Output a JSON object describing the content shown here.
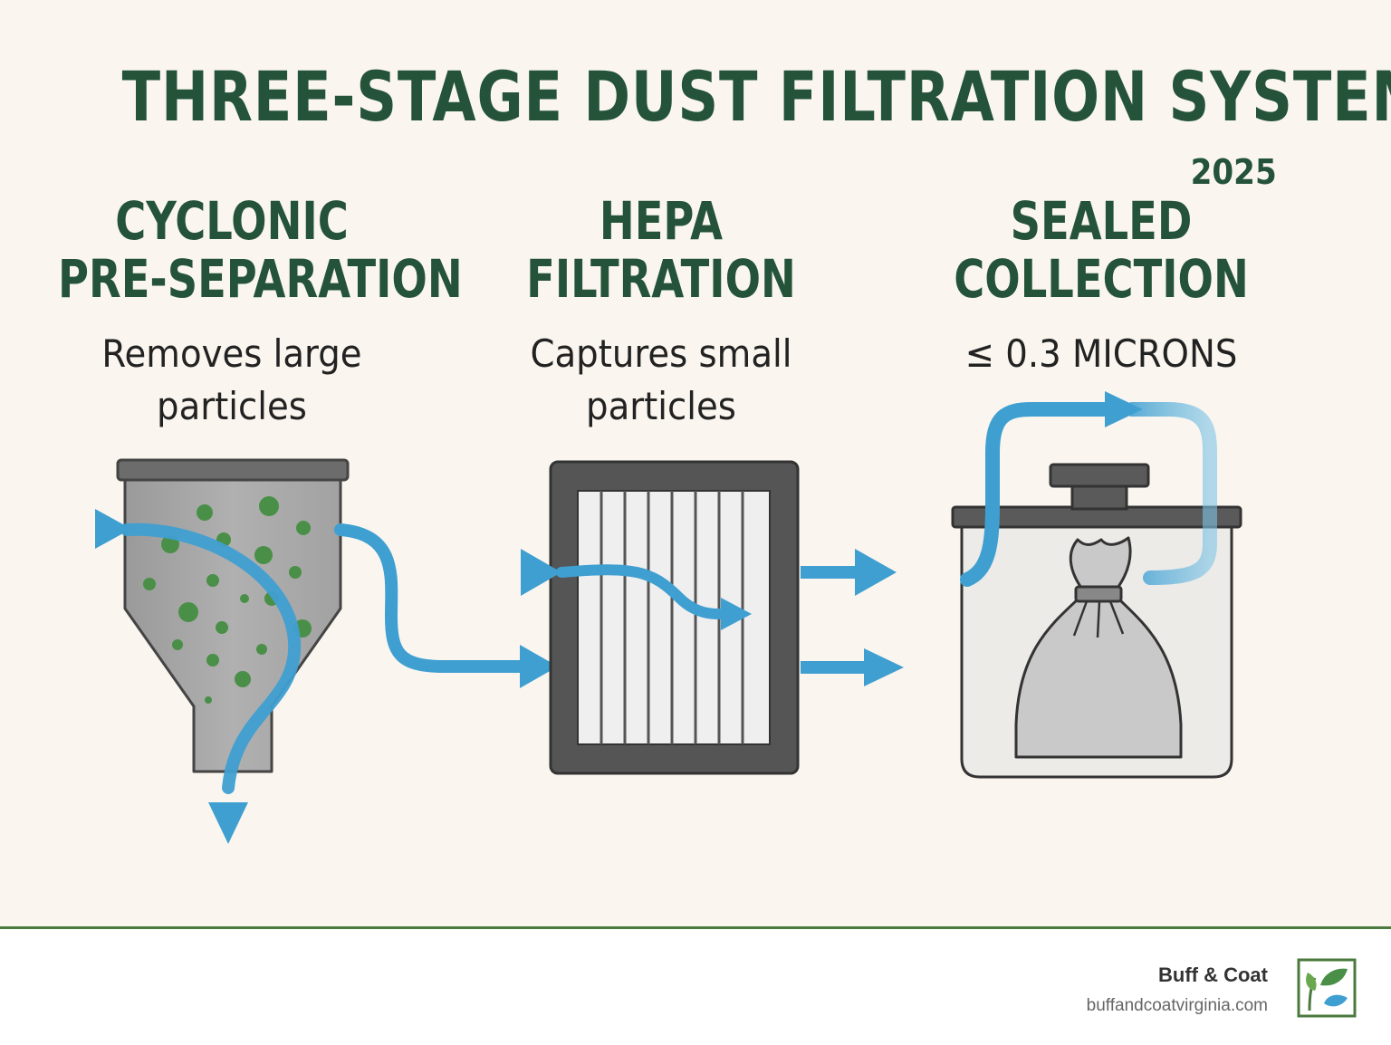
{
  "title": "THREE-STAGE DUST FILTRATION SYSTEM",
  "year": "2025",
  "stages": [
    {
      "title_line1": "CYCLONIC",
      "title_line2": "PRE-SEPARATION",
      "desc_line1": "Removes large",
      "desc_line2": "particles"
    },
    {
      "title_line1": "HEPA",
      "title_line2": "FILTRATION",
      "desc_line1": "Captures small",
      "desc_line2": "particles"
    },
    {
      "title_line1": "SEALED",
      "title_line2": "COLLECTION",
      "desc_line1": "≤ 0.3 MICRONS",
      "desc_line2": ""
    }
  ],
  "footer": {
    "brand": "Buff & Coat",
    "url": "buffandcoatvirginia.com"
  },
  "colors": {
    "title": "#245339",
    "airflow": "#3f9fd1",
    "particles": "#4a8f47",
    "background": "#faf6ef"
  },
  "icons": [
    "cyclone-separator-icon",
    "hepa-filter-icon",
    "sealed-bin-icon",
    "dust-bag-icon",
    "leaf-logo-icon"
  ]
}
